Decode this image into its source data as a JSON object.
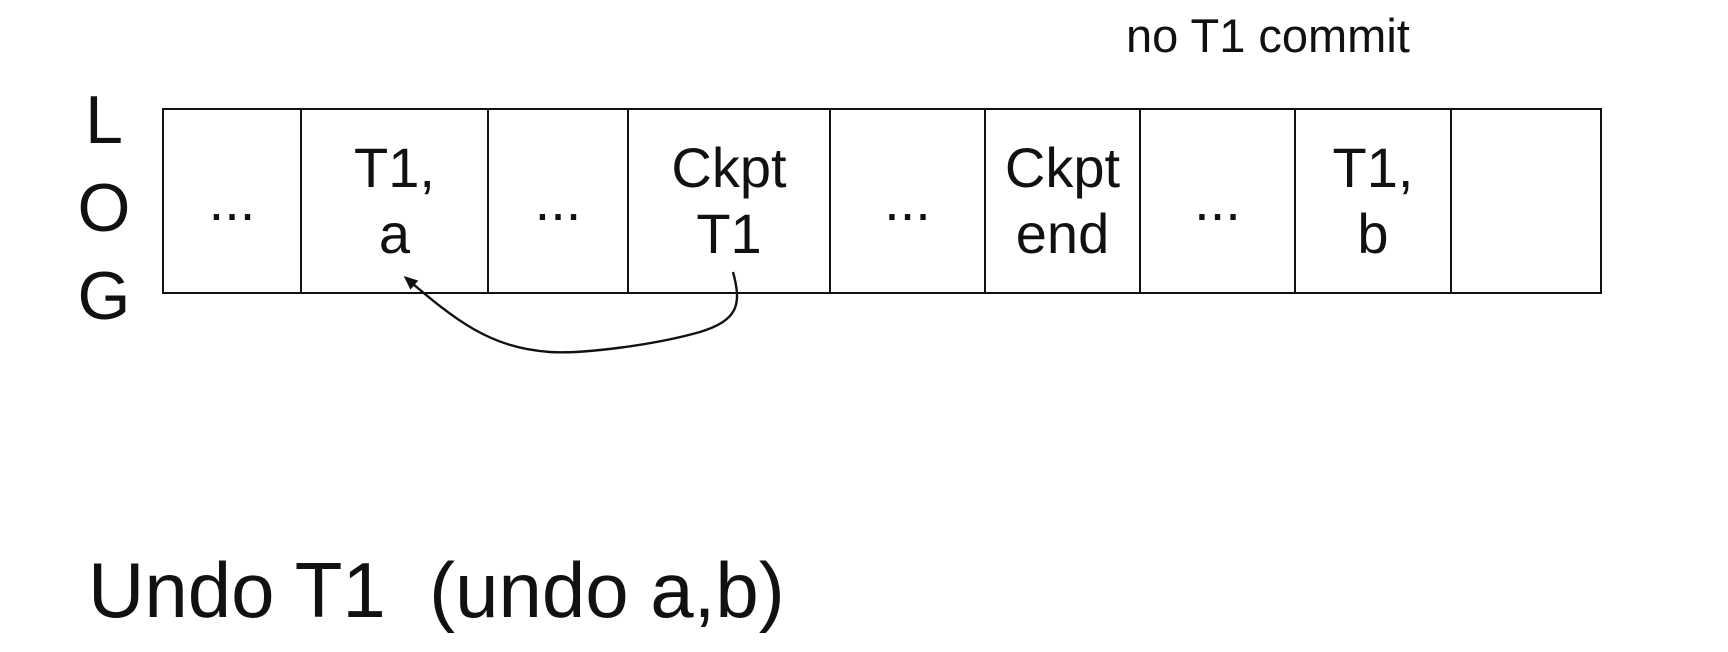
{
  "note": "no T1 commit",
  "log_label": [
    "L",
    "O",
    "G"
  ],
  "log_cells": [
    {
      "text": "..."
    },
    {
      "text": "T1,\na"
    },
    {
      "text": "..."
    },
    {
      "text": "Ckpt\nT1"
    },
    {
      "text": "..."
    },
    {
      "text": "Ckpt\nend"
    },
    {
      "text": "..."
    },
    {
      "text": "T1,\nb"
    },
    {
      "text": ""
    }
  ],
  "caption": "Undo T1  (undo a,b)"
}
